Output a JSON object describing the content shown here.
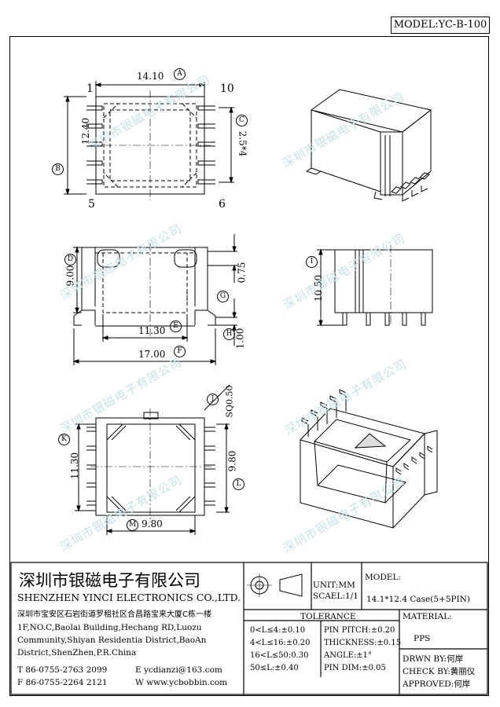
{
  "model": "MODEL:YC-B-100",
  "watermark": "深圳市银磁电子有限公司",
  "dims": {
    "d141": "14.10",
    "d124": "12.40",
    "d25": "2.5*4",
    "d9": "9.00",
    "d075": "0.75",
    "d113": "11.30",
    "d17": "17.00",
    "d1": "1.00",
    "d105": "10.50",
    "dsq": "SQ0.50",
    "d113b": "11.30",
    "d98v": "9.80",
    "d98h": "9.80"
  },
  "labels": {
    "A": "A",
    "B": "B",
    "C": "C",
    "D": "D",
    "E": "E",
    "F": "F",
    "G": "G",
    "H": "H",
    "I": "I",
    "J": "J",
    "K": "K",
    "L": "L",
    "M": "M"
  },
  "pins": {
    "p1": "1",
    "p10": "10",
    "p5": "5",
    "p6": "6"
  },
  "company": {
    "name_cn": "深圳市银磁电子有限公司",
    "name_en": "SHENZHEN YINCI ELECTRONICS CO.,LTD.",
    "address_cn": "深圳市宝安区石岩街道罗租社区合昌路宝来大厦C栋一楼",
    "address_en_1": "1F,NO.C,Baolai Building,Hechang RD,Luozu",
    "address_en_2": "Community,Shiyan Residentia District,BaoAn",
    "address_en_3": "District,ShenZhen,P.R.China",
    "tel": "T 86-0755-2763 2099",
    "fax": "F 86-0755-2264 2121",
    "email": "E ycdianzi@163.com",
    "web": "W www.ycbobbin.com"
  },
  "unit": "UNIT:MM",
  "scale": "SCAEL:1/1",
  "model_label": "MODEL:",
  "model_value": "14.1*12.4 Case(5+5PIN)",
  "tolerance": {
    "title": "TOLERANCE",
    "r1": "0<L≤4:±0.10",
    "r2": "4<L≤16:±0.20",
    "r3": "16<L≤50:0.30",
    "r4": "50≤L:±0.40",
    "p1": "PIN PITCH:±0.20",
    "p2": "THICKNESS:±0.15",
    "p3": "ANGLE:±1°",
    "p4": "PIN DIM:±0.05"
  },
  "material_label": "MATERIAL:",
  "material": "PPS",
  "drawn": "DRWN BY:何岸",
  "check": "CHECK BY:黄丽仪",
  "approved": "APPROVED:何岸"
}
